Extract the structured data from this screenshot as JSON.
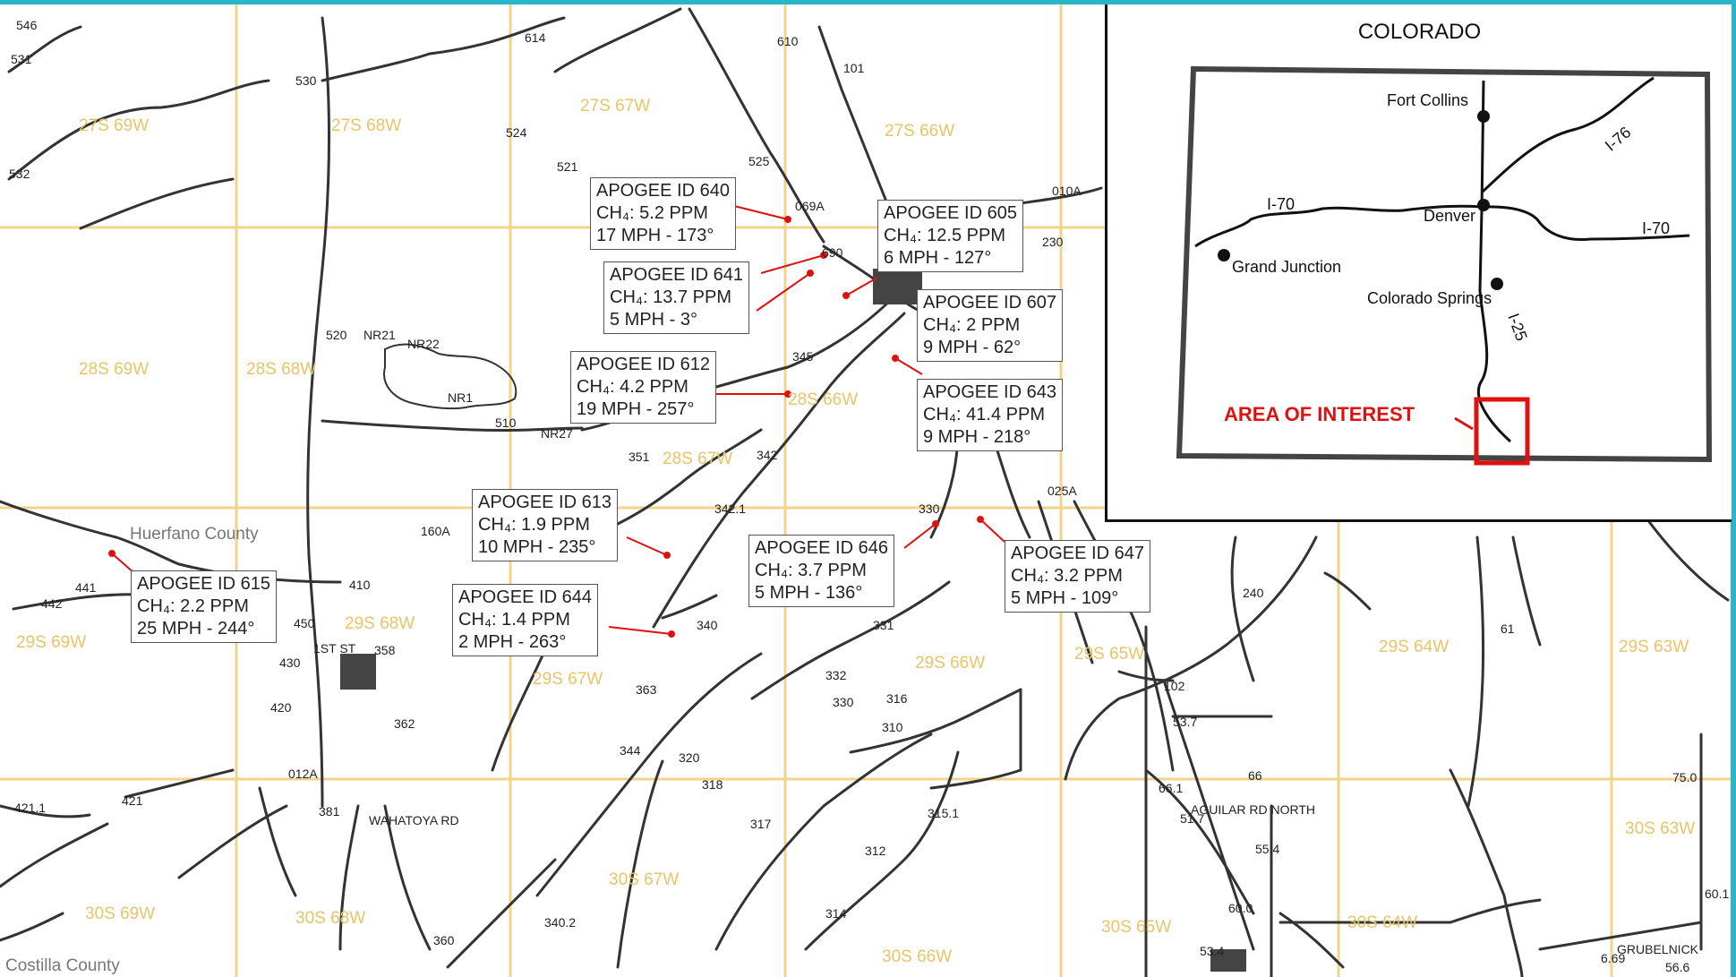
{
  "colors": {
    "frame": "#29b6c9",
    "grid": "#f0d080",
    "grid_label": "#e8c468",
    "road": "#333333",
    "marker": "#e01010",
    "aoi": "#e01010"
  },
  "callouts": [
    {
      "id": "640",
      "title": "APOGEE ID 640",
      "ch4": "CH₄: 5.2 PPM",
      "wind": "17 MPH - 173°"
    },
    {
      "id": "605",
      "title": "APOGEE ID 605",
      "ch4": "CH₄: 12.5 PPM",
      "wind": "6 MPH - 127°"
    },
    {
      "id": "641",
      "title": "APOGEE ID 641",
      "ch4": "CH₄: 13.7 PPM",
      "wind": "5 MPH - 3°"
    },
    {
      "id": "607",
      "title": "APOGEE ID 607",
      "ch4": "CH₄: 2 PPM",
      "wind": "9 MPH - 62°"
    },
    {
      "id": "612",
      "title": "APOGEE ID 612",
      "ch4": "CH₄: 4.2 PPM",
      "wind": "19 MPH - 257°"
    },
    {
      "id": "643",
      "title": "APOGEE ID 643",
      "ch4": "CH₄: 41.4 PPM",
      "wind": "9 MPH - 218°"
    },
    {
      "id": "613",
      "title": "APOGEE ID 613",
      "ch4": "CH₄: 1.9 PPM",
      "wind": "10 MPH - 235°"
    },
    {
      "id": "646",
      "title": "APOGEE ID 646",
      "ch4": "CH₄: 3.7 PPM",
      "wind": "5 MPH - 136°"
    },
    {
      "id": "647",
      "title": "APOGEE ID 647",
      "ch4": "CH₄: 3.2 PPM",
      "wind": "5 MPH - 109°"
    },
    {
      "id": "615",
      "title": "APOGEE ID 615",
      "ch4": "CH₄: 2.2 PPM",
      "wind": "25 MPH - 244°"
    },
    {
      "id": "644",
      "title": "APOGEE ID 644",
      "ch4": "CH₄: 1.4 PPM",
      "wind": "2 MPH - 263°"
    }
  ],
  "township_labels": [
    "27S 69W",
    "27S 68W",
    "27S 67W",
    "27S 66W",
    "28S 69W",
    "28S 68W",
    "28S 67W",
    "28S 66W",
    "29S 69W",
    "29S 68W",
    "29S 67W",
    "29S 66W",
    "29S 65W",
    "29S 64W",
    "29S 63W",
    "30S 69W",
    "30S 68W",
    "30S 67W",
    "30S 66W",
    "30S 65W",
    "30S 64W",
    "30S 63W"
  ],
  "road_labels": [
    "546",
    "531",
    "614",
    "610",
    "101",
    "530",
    "532",
    "524",
    "521",
    "525",
    "069A",
    "010A",
    "230",
    "690",
    "520",
    "NR21",
    "NR22",
    "NR1",
    "NR27",
    "510",
    "345",
    "351",
    "342",
    "342.1",
    "330",
    "025A",
    "160A",
    "441",
    "442",
    "410",
    "450",
    "1ST ST",
    "358",
    "430",
    "420",
    "362",
    "331",
    "332",
    "330",
    "316",
    "310",
    "340",
    "363",
    "344",
    "320",
    "318",
    "317",
    "315.1",
    "312",
    "314",
    "340.2",
    "012A",
    "381",
    "WAHATOYA RD",
    "360",
    "421.1",
    "421",
    "240",
    "61",
    "102",
    "53.7",
    "66",
    "66.1",
    "51.7",
    "AGUILAR RD NORTH",
    "55.4",
    "60.0",
    "53.4",
    "75.0",
    "60.1",
    "56.6",
    "6.69",
    "GRUBELNICK"
  ],
  "counties": {
    "huerfano": "Huerfano County",
    "costilla": "Costilla County"
  },
  "inset": {
    "title": "COLORADO",
    "cities": [
      {
        "name": "Fort Collins"
      },
      {
        "name": "Denver"
      },
      {
        "name": "Grand Junction"
      },
      {
        "name": "Colorado Springs"
      }
    ],
    "highways": [
      "I-76",
      "I-70",
      "I-70",
      "I-25"
    ],
    "area_label": "AREA OF INTEREST"
  }
}
